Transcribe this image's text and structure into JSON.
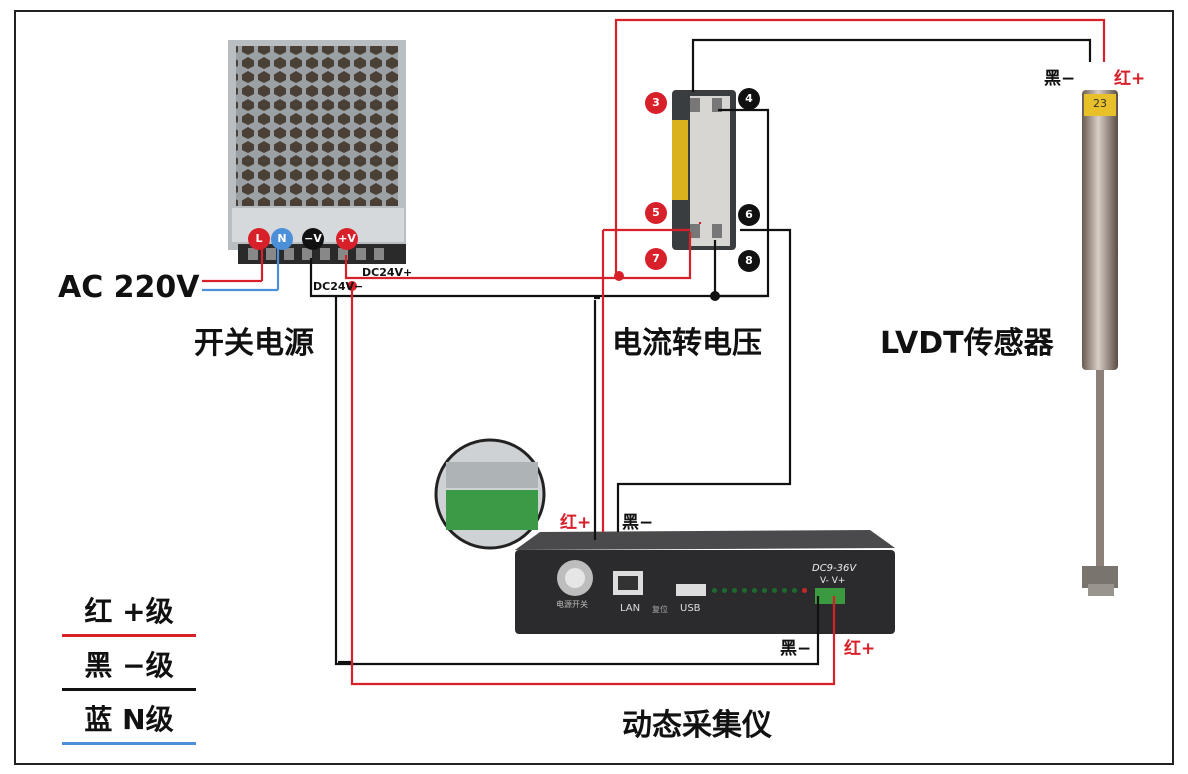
{
  "labels": {
    "ac": "AC 220V",
    "psu_name": "开关电源",
    "converter_name": "电流转电压",
    "sensor_name": "LVDT传感器",
    "daq_name": "动态采集仪",
    "dc_plus": "DC24V+",
    "dc_minus": "DC24V−",
    "sensor_black": "黑−",
    "sensor_red": "红+",
    "daq_red_in": "红+",
    "daq_black_in": "黑−",
    "daq_black_out": "黑−",
    "daq_red_out": "红+",
    "daq_power_rating": "DC9-36V",
    "daq_power_pins": "V- V+",
    "daq_lan": "LAN",
    "daq_usb": "USB",
    "daq_reset": "复位",
    "daq_power_switch": "电源开关",
    "sensor_tag": "23"
  },
  "psu_terminals": [
    "L",
    "N",
    "−V",
    "+V"
  ],
  "converter_terminals": [
    "3",
    "4",
    "5",
    "6",
    "7",
    "8"
  ],
  "legend": [
    {
      "text": "红 +级",
      "color": "#d8202b"
    },
    {
      "text": "黑 −级",
      "color": "#111111"
    },
    {
      "text": "蓝 N级",
      "color": "#4a8fd8"
    }
  ],
  "colors": {
    "red": "#d8202b",
    "black": "#111111",
    "blue": "#4a8fd8"
  }
}
